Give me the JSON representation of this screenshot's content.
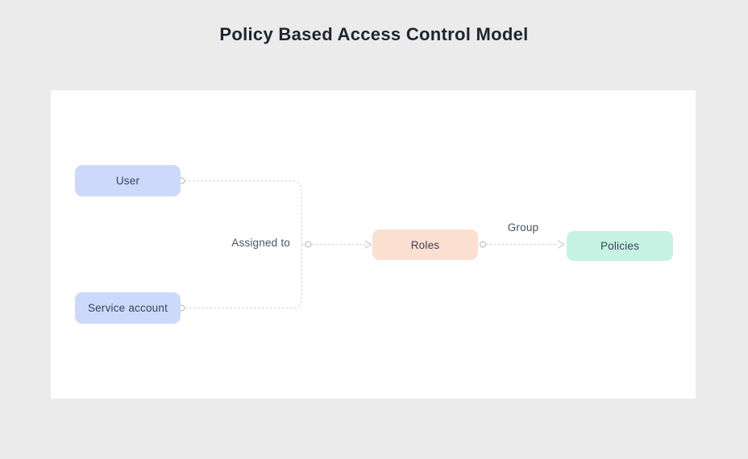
{
  "title": "Policy Based Access Control Model",
  "colors": {
    "page_background": "#ebebeb",
    "canvas_background": "#ffffff",
    "user_node_fill": "#ccd9fa",
    "service_account_node_fill": "#ccd9fa",
    "roles_node_fill": "#fbdfd0",
    "policies_node_fill": "#c6f2e3",
    "node_text": "#3a4255",
    "edge_label_text": "#4a5264",
    "connector_line": "#d6d6d6",
    "connector_endpoint_stroke": "#c2c2c2",
    "title_text": "#1f2430"
  },
  "nodes": {
    "user": {
      "label": "User"
    },
    "service_account": {
      "label": "Service account"
    },
    "roles": {
      "label": "Roles"
    },
    "policies": {
      "label": "Policies"
    }
  },
  "edges": {
    "assigned_to_label": "Assigned to",
    "group_label": "Group"
  }
}
